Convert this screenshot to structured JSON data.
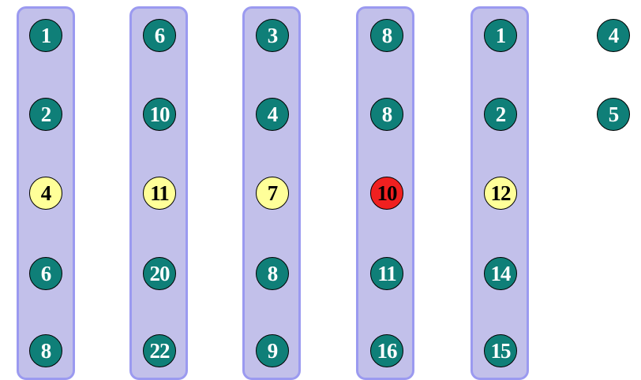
{
  "colors": {
    "column_fill": "#c2c0ea",
    "column_border": "#9b9af0",
    "normal_node": "#0f7f78",
    "highlight_node": "#ffff99",
    "target_node": "#f02020"
  },
  "columns": [
    {
      "nodes": [
        {
          "value": "1",
          "state": "normal"
        },
        {
          "value": "2",
          "state": "normal"
        },
        {
          "value": "4",
          "state": "highlight"
        },
        {
          "value": "6",
          "state": "normal"
        },
        {
          "value": "8",
          "state": "normal"
        }
      ]
    },
    {
      "nodes": [
        {
          "value": "6",
          "state": "normal"
        },
        {
          "value": "10",
          "state": "normal"
        },
        {
          "value": "11",
          "state": "highlight"
        },
        {
          "value": "20",
          "state": "normal"
        },
        {
          "value": "22",
          "state": "normal"
        }
      ]
    },
    {
      "nodes": [
        {
          "value": "3",
          "state": "normal"
        },
        {
          "value": "4",
          "state": "normal"
        },
        {
          "value": "7",
          "state": "highlight"
        },
        {
          "value": "8",
          "state": "normal"
        },
        {
          "value": "9",
          "state": "normal"
        }
      ]
    },
    {
      "nodes": [
        {
          "value": "8",
          "state": "normal"
        },
        {
          "value": "8",
          "state": "normal"
        },
        {
          "value": "10",
          "state": "target"
        },
        {
          "value": "11",
          "state": "normal"
        },
        {
          "value": "16",
          "state": "normal"
        }
      ]
    },
    {
      "nodes": [
        {
          "value": "1",
          "state": "normal"
        },
        {
          "value": "2",
          "state": "normal"
        },
        {
          "value": "12",
          "state": "highlight"
        },
        {
          "value": "14",
          "state": "normal"
        },
        {
          "value": "15",
          "state": "normal"
        }
      ]
    }
  ],
  "loose_nodes": [
    {
      "value": "4",
      "state": "normal"
    },
    {
      "value": "5",
      "state": "normal"
    }
  ]
}
